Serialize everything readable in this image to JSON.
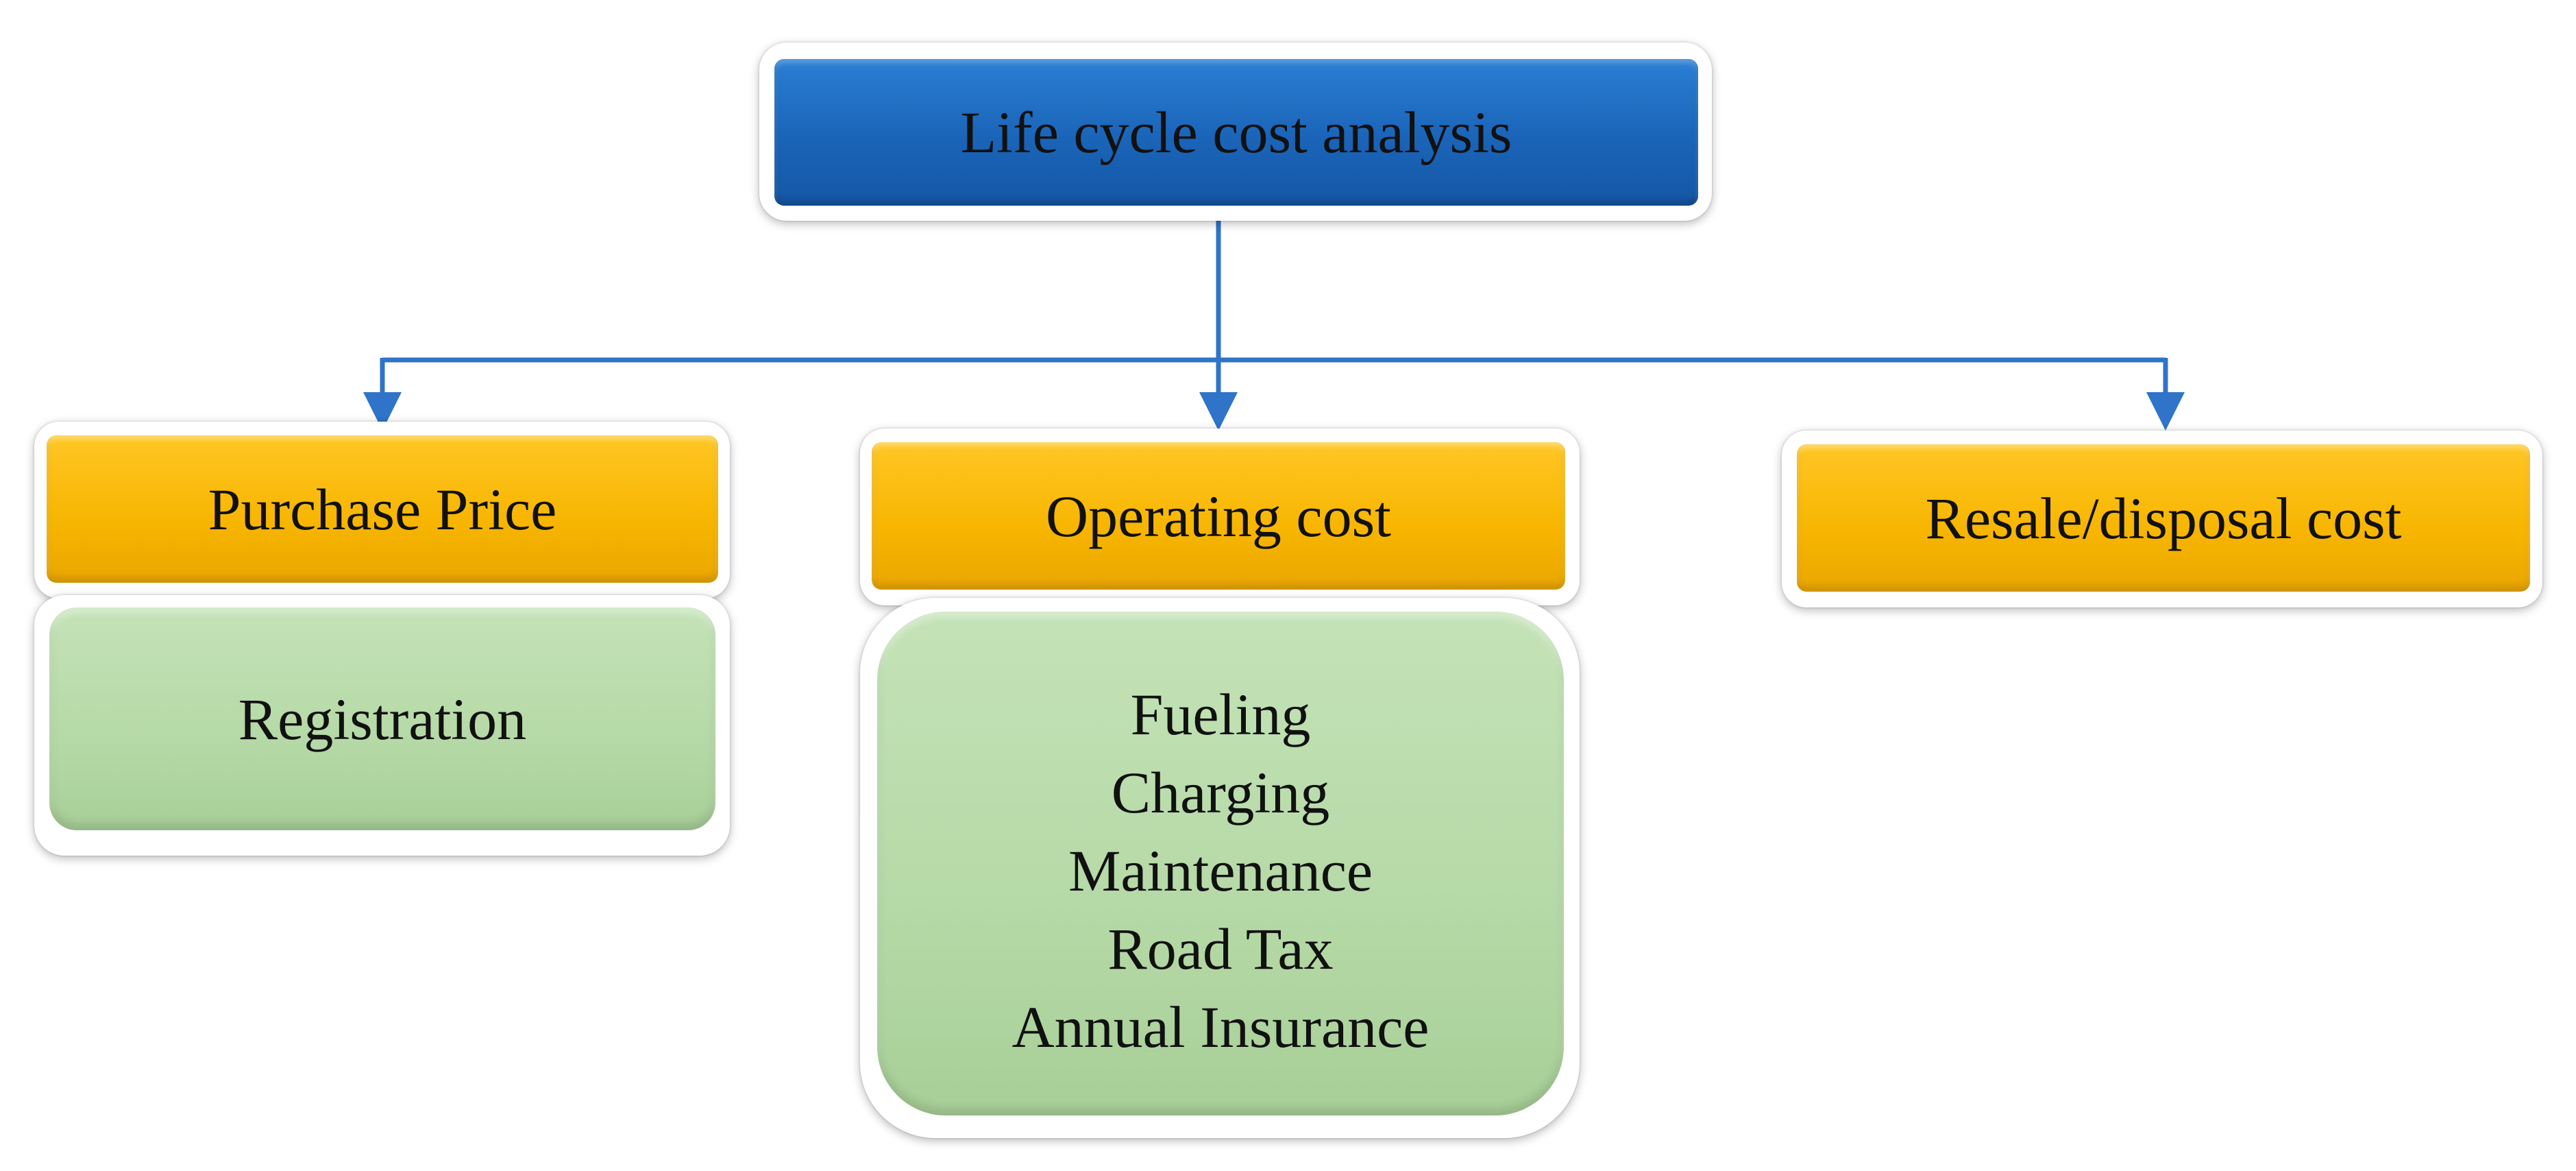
{
  "diagram": {
    "root": {
      "label": "Life cycle cost analysis",
      "color": "#1a64b8"
    },
    "categories": [
      {
        "label": "Purchase Price",
        "color": "#f7b500",
        "details": [
          "Registration"
        ]
      },
      {
        "label": "Operating cost",
        "color": "#f7b500",
        "details": [
          "Fueling",
          "Charging",
          "Maintenance",
          "Road Tax",
          "Annual Insurance"
        ]
      },
      {
        "label": "Resale/disposal cost",
        "color": "#f7b500",
        "details": []
      }
    ],
    "detail_color": "#b5d9a6",
    "connector_color": "#2f74c8"
  }
}
